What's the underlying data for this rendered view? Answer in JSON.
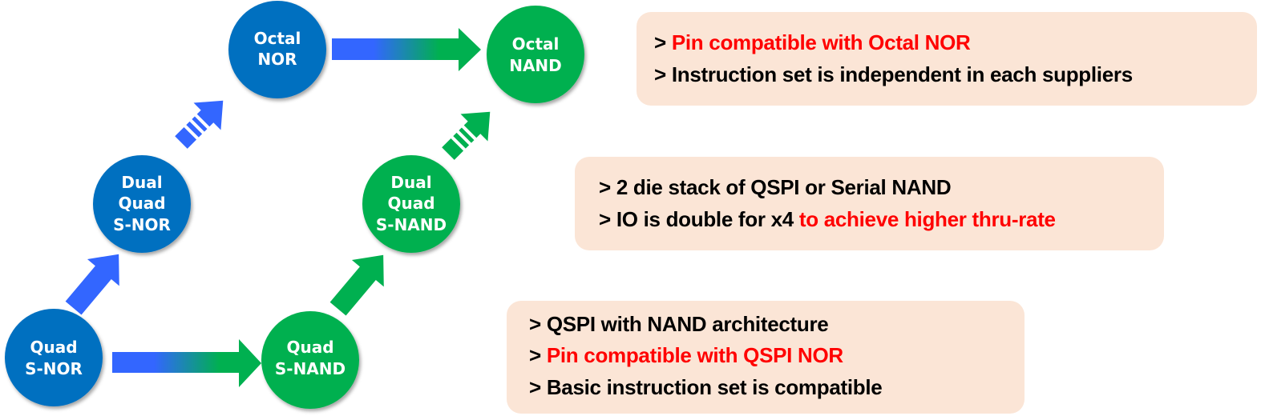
{
  "colors": {
    "nor_blue": "#0070c0",
    "nand_green": "#00b050",
    "arrow_blue": "#3366ff",
    "note_bg": "#fbe5d6",
    "highlight_red": "#ff0000",
    "text_black": "#000000"
  },
  "nodes": {
    "quad_snor": {
      "lines": [
        "Quad",
        "S-NOR"
      ],
      "type": "NOR"
    },
    "dual_quad_snor": {
      "lines": [
        "Dual",
        "Quad",
        "S-NOR"
      ],
      "type": "NOR"
    },
    "octal_nor": {
      "lines": [
        "Octal",
        "NOR"
      ],
      "type": "NOR"
    },
    "quad_snand": {
      "lines": [
        "Quad",
        "S-NAND"
      ],
      "type": "NAND"
    },
    "dual_quad_snand": {
      "lines": [
        "Dual",
        "Quad",
        "S-NAND"
      ],
      "type": "NAND"
    },
    "octal_nand": {
      "lines": [
        "Octal",
        "NAND"
      ],
      "type": "NAND"
    }
  },
  "edges": [
    {
      "from": "quad_snor",
      "to": "dual_quad_snor",
      "style": "solid"
    },
    {
      "from": "dual_quad_snor",
      "to": "octal_nor",
      "style": "striped"
    },
    {
      "from": "quad_snor",
      "to": "quad_snand",
      "style": "gradient"
    },
    {
      "from": "octal_nor",
      "to": "octal_nand",
      "style": "gradient"
    },
    {
      "from": "quad_snand",
      "to": "dual_quad_snand",
      "style": "solid"
    },
    {
      "from": "dual_quad_snand",
      "to": "octal_nand",
      "style": "striped"
    }
  ],
  "notes": {
    "octal_nand": {
      "lines": [
        {
          "prefix": "> ",
          "plain": "",
          "highlight": "Pin compatible with Octal NOR"
        },
        {
          "prefix": "> ",
          "plain": "Instruction set is independent in each suppliers",
          "highlight": ""
        }
      ]
    },
    "dual_quad_snand": {
      "lines": [
        {
          "prefix": "> ",
          "plain": "2 die stack of QSPI or Serial NAND",
          "highlight": ""
        },
        {
          "prefix": "> ",
          "plain": "IO is double for x4 ",
          "highlight": "to achieve higher thru-rate"
        }
      ]
    },
    "quad_snand": {
      "lines": [
        {
          "prefix": "> ",
          "plain": "QSPI with NAND architecture",
          "highlight": ""
        },
        {
          "prefix": "> ",
          "plain": "",
          "highlight": "Pin compatible with QSPI NOR"
        },
        {
          "prefix": "> ",
          "plain": "Basic instruction set is compatible",
          "highlight": ""
        }
      ]
    }
  }
}
